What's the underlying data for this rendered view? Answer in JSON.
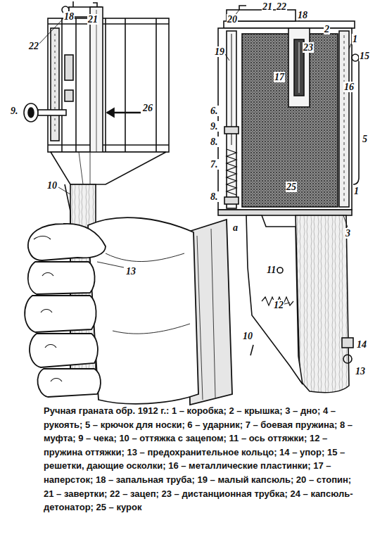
{
  "diagram": {
    "caption": "Ручная граната обр. 1912 г.: 1 – коробка; 2 – крышка; 3 – дно; 4 – рукоять; 5 – крючок для носки; 6 – ударник; 7 – боевая пружина; 8 – муфта; 9 – чека; 10 – оттяжка с зацепом; 11 – ось оттяжки; 12 – пружина оттяжки; 13 – предохранительное кольцо; 14 – упор; 15 – решетки, дающие осколки; 16 – металлические пластинки; 17 – наперсток; 18 – запальная труба; 19 – малый капсюль; 20 – стопин; 21 – завертки; 22 – зацеп; 23 – дистанционная трубка; 24 – капсюль-детонатор; 25 – курок",
    "labels": [
      "18",
      "21",
      "22",
      "9.",
      "26",
      "10",
      "13",
      "20",
      "21",
      "22",
      "18",
      "2",
      "1",
      "15",
      "19",
      "23",
      "16",
      "17",
      "6.",
      "9.",
      "8.",
      "5",
      "25",
      "7.",
      "8.",
      "1",
      "3",
      "a",
      "11",
      "12",
      "10",
      "14",
      "13"
    ]
  }
}
